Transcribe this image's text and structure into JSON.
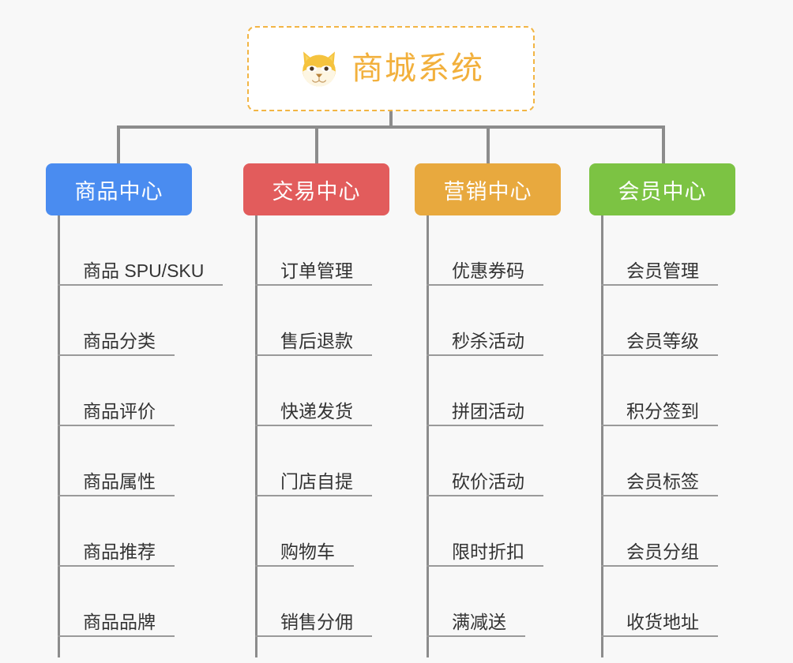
{
  "root": {
    "title": "商城系统",
    "icon": "shiba-dog-face-icon",
    "border_color": "#f2b544",
    "text_color": "#f2b03c"
  },
  "canvas": {
    "background_color": "#f8f8f8",
    "connector_color": "#8c8c8c",
    "leaf_line_color": "#9a9a9a"
  },
  "branches": [
    {
      "label": "商品中心",
      "color": "#4a8cf0",
      "leaves": [
        "商品 SPU/SKU",
        "商品分类",
        "商品评价",
        "商品属性",
        "商品推荐",
        "商品品牌"
      ]
    },
    {
      "label": "交易中心",
      "color": "#e25c5c",
      "leaves": [
        "订单管理",
        "售后退款",
        "快递发货",
        "门店自提",
        "购物车",
        "销售分佣"
      ]
    },
    {
      "label": "营销中心",
      "color": "#e8a93e",
      "leaves": [
        "优惠券码",
        "秒杀活动",
        "拼团活动",
        "砍价活动",
        "限时折扣",
        "满减送"
      ]
    },
    {
      "label": "会员中心",
      "color": "#7cc343",
      "leaves": [
        "会员管理",
        "会员等级",
        "积分签到",
        "会员标签",
        "会员分组",
        "收货地址"
      ]
    }
  ]
}
